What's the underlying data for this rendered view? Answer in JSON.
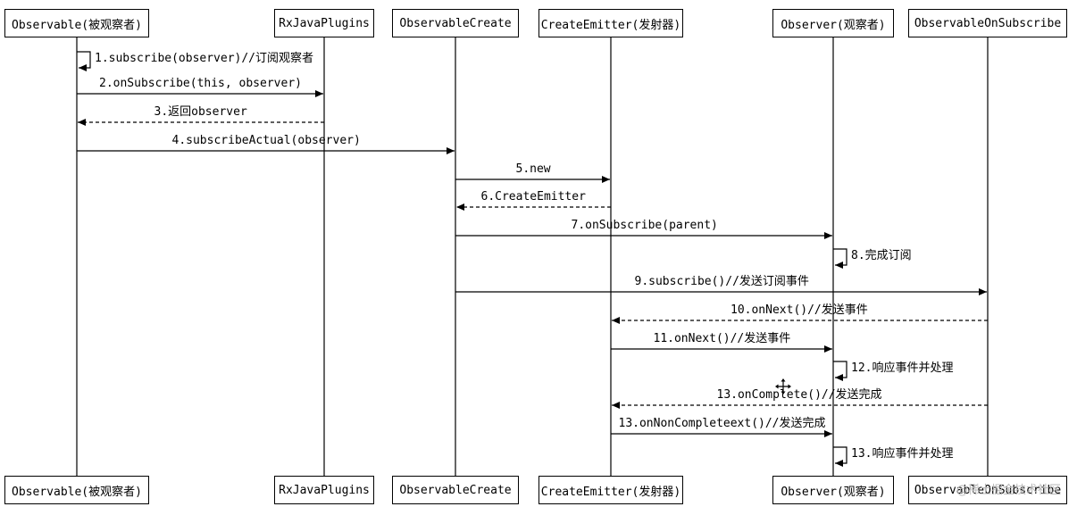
{
  "participants": [
    {
      "id": "observable",
      "label": "Observable(被观察者)"
    },
    {
      "id": "rxjavaplugins",
      "label": "RxJavaPlugins"
    },
    {
      "id": "observablecreate",
      "label": "ObservableCreate"
    },
    {
      "id": "createemitter",
      "label": "CreateEmitter(发射器)"
    },
    {
      "id": "observer",
      "label": "Observer(观察者)"
    },
    {
      "id": "observableonsubscribe",
      "label": "ObservableOnSubscribe"
    }
  ],
  "messages": [
    {
      "from": "observable",
      "to": "observable",
      "style": "solid",
      "label": "1.subscribe(observer)//订阅观察者"
    },
    {
      "from": "observable",
      "to": "rxjavaplugins",
      "style": "solid",
      "label": "2.onSubscribe(this, observer)"
    },
    {
      "from": "rxjavaplugins",
      "to": "observable",
      "style": "dashed",
      "label": "3.返回observer"
    },
    {
      "from": "observable",
      "to": "observablecreate",
      "style": "solid",
      "label": "4.subscribeActual(observer)"
    },
    {
      "from": "observablecreate",
      "to": "createemitter",
      "style": "solid",
      "label": "5.new"
    },
    {
      "from": "createemitter",
      "to": "observablecreate",
      "style": "dashed",
      "label": "6.CreateEmitter"
    },
    {
      "from": "observablecreate",
      "to": "observer",
      "style": "solid",
      "label": "7.onSubscribe(parent)"
    },
    {
      "from": "observer",
      "to": "observer",
      "style": "solid",
      "label": "8.完成订阅"
    },
    {
      "from": "observablecreate",
      "to": "observableonsubscribe",
      "style": "solid",
      "label": "9.subscribe()//发送订阅事件"
    },
    {
      "from": "observableonsubscribe",
      "to": "createemitter",
      "style": "dashed",
      "label": "10.onNext()//发送事件"
    },
    {
      "from": "createemitter",
      "to": "observer",
      "style": "solid",
      "label": "11.onNext()//发送事件"
    },
    {
      "from": "observer",
      "to": "observer",
      "style": "solid",
      "label": "12.响应事件并处理"
    },
    {
      "from": "observableonsubscribe",
      "to": "createemitter",
      "style": "dashed",
      "label": "13.onComplete()//发送完成"
    },
    {
      "from": "createemitter",
      "to": "observer",
      "style": "solid",
      "label": "13.onNonCompleteext()//发送完成"
    },
    {
      "from": "observer",
      "to": "observer",
      "style": "solid",
      "label": "13.响应事件并处理"
    }
  ],
  "watermark": "@稀土掘金技术社区",
  "icons": {
    "cursor": "move-cursor-icon"
  }
}
